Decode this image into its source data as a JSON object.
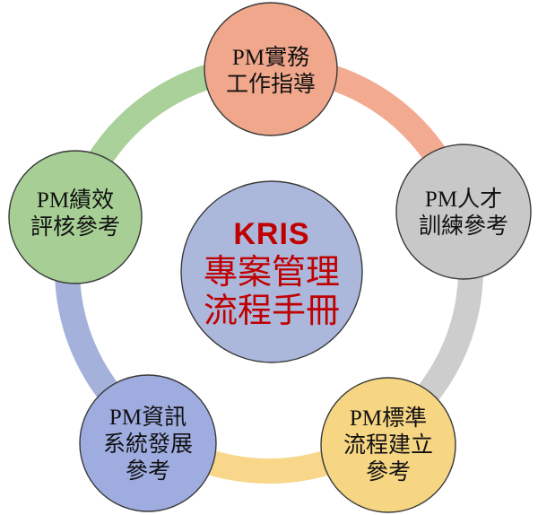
{
  "diagram": {
    "background": "#ffffff",
    "outline_color": "#3a3a3a",
    "label_text_color": "#111111",
    "center": {
      "title": "KRIS",
      "lines": [
        "專案管理",
        "流程手冊"
      ],
      "fill": "#abb8dc",
      "text_color": "#c00000"
    },
    "nodes": [
      {
        "position": "top",
        "lines": [
          "PM實務",
          "工作指導"
        ],
        "fill": "#f0a78c"
      },
      {
        "position": "right",
        "lines": [
          "PM人才",
          "訓練參考"
        ],
        "fill": "#c8c8c8"
      },
      {
        "position": "bottom-right",
        "lines": [
          "PM標準",
          "流程建立",
          "參考"
        ],
        "fill": "#f6d583"
      },
      {
        "position": "bottom-left",
        "lines": [
          "PM資訊",
          "系統發展",
          "參考"
        ],
        "fill": "#9face0"
      },
      {
        "position": "left",
        "lines": [
          "PM績效",
          "評核參考"
        ],
        "fill": "#a7cf95"
      }
    ],
    "arcs": [
      {
        "from": "top",
        "to": "right",
        "color": "#f2ab90"
      },
      {
        "from": "right",
        "to": "bottom-right",
        "color": "#cdcdcd"
      },
      {
        "from": "bottom-right",
        "to": "bottom-left",
        "color": "#f8d78b"
      },
      {
        "from": "bottom-left",
        "to": "left",
        "color": "#a4b2db"
      },
      {
        "from": "left",
        "to": "top",
        "color": "#aad199"
      }
    ]
  }
}
